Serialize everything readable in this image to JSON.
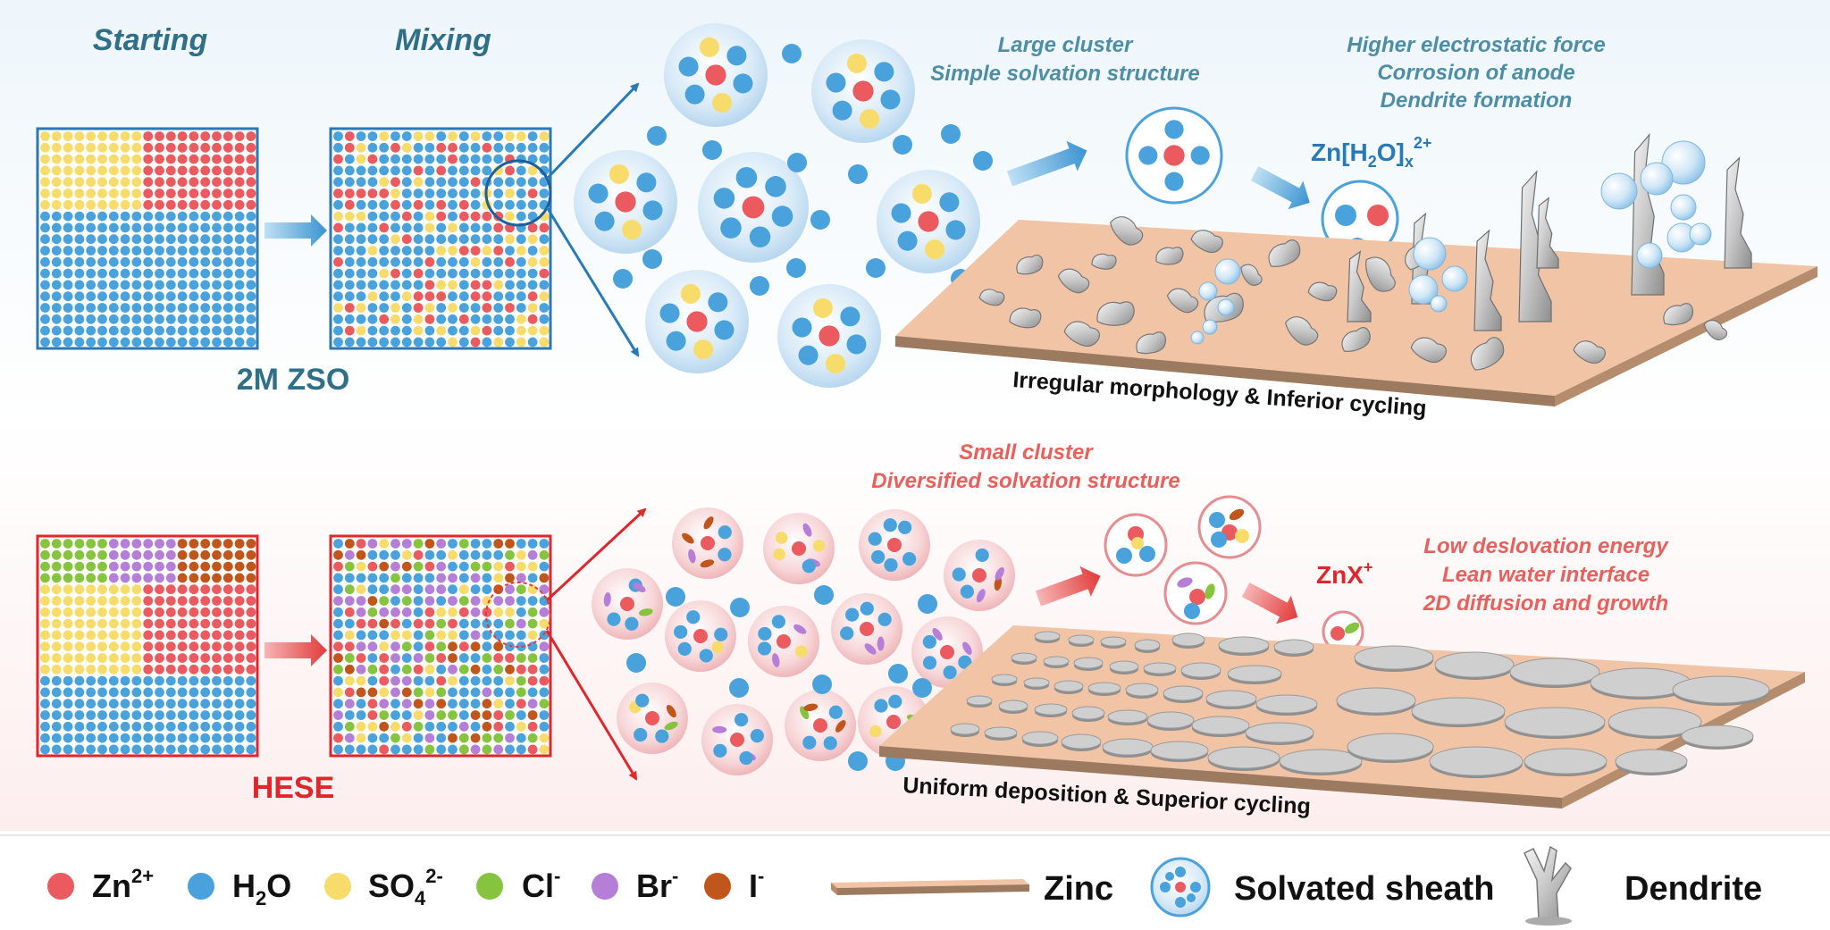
{
  "top": {
    "starting_label": "Starting",
    "mixing_label": "Mixing",
    "electrolyte_label": "2M ZSO",
    "cluster_line1": "Large cluster",
    "cluster_line2": "Simple solvation structure",
    "effects_line1": "Higher electrostatic force",
    "effects_line2": "Corrosion of anode",
    "effects_line3": "Dendrite formation",
    "complex_base": "Zn[H",
    "complex_sub2": "2",
    "complex_mid": "O]",
    "complex_subx": "x",
    "complex_charge": "2+",
    "substrate_caption": "Irregular morphology & Inferior cycling"
  },
  "bottom": {
    "electrolyte_label": "HESE",
    "cluster_line1": "Small cluster",
    "cluster_line2": "Diversified solvation structure",
    "effects_line1": "Low deslovation energy",
    "effects_line2": "Lean water interface",
    "effects_line3": "2D diffusion and growth",
    "complex_base": "ZnX",
    "complex_charge": "+",
    "substrate_caption": "Uniform deposition & Superior cycling"
  },
  "legend": {
    "zn_base": "Zn",
    "zn_sup": "2+",
    "h2o_a": "H",
    "h2o_sub": "2",
    "h2o_b": "O",
    "so4_a": "SO",
    "so4_sub": "4",
    "so4_sup": "2-",
    "cl_base": "Cl",
    "cl_sup": "-",
    "br_base": "Br",
    "br_sup": "-",
    "i_base": "I",
    "i_sup": "-",
    "zinc_label": "Zinc",
    "sheath_label": "Solvated sheath",
    "dendrite_label": "Dendrite"
  },
  "colors": {
    "zn": "#ea5a5f",
    "h2o": "#4aa2dd",
    "so4": "#f7dc6c",
    "cl": "#86c440",
    "br": "#b57fd8",
    "i": "#c0561c",
    "top_accent": "#2e6f94",
    "top_text": "#4d8ea6",
    "bottom_accent": "#e0262b",
    "bottom_text": "#e8605c",
    "zinc_top": "#f1c4a6",
    "zinc_side": "#9b7a60"
  }
}
